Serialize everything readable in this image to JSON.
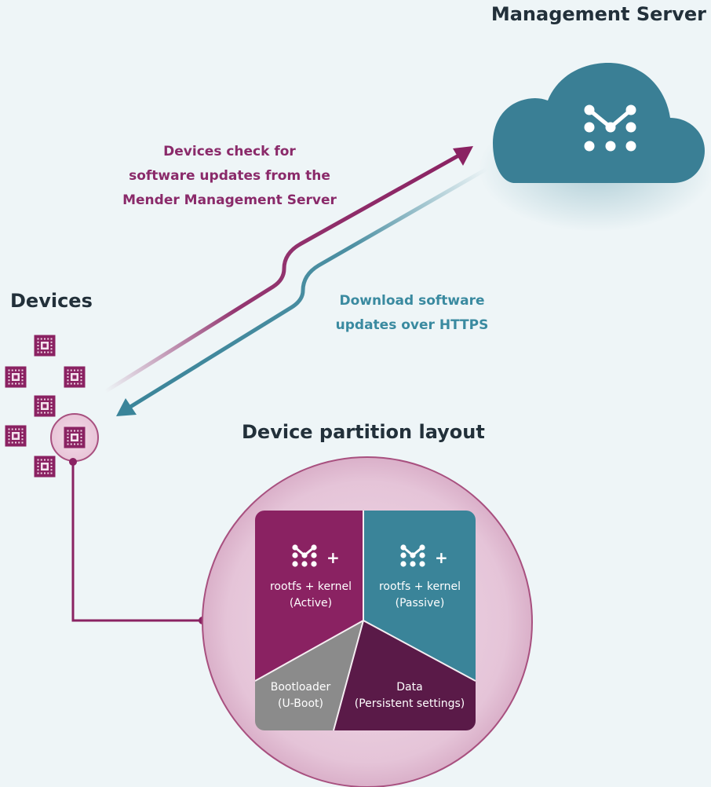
{
  "titles": {
    "management_server": "Management Server",
    "devices": "Devices",
    "partition_layout": "Device partition layout"
  },
  "captions": {
    "check_updates": [
      "Devices check for",
      "software updates from the",
      "Mender Management Server"
    ],
    "download_updates": [
      "Download software",
      "updates over HTTPS"
    ]
  },
  "partitions": {
    "active": {
      "line1": "rootfs + kernel",
      "line2": "(Active)",
      "plus": "+"
    },
    "passive": {
      "line1": "rootfs + kernel",
      "line2": "(Passive)",
      "plus": "+"
    },
    "bootloader": {
      "line1": "Bootloader",
      "line2": "(U-Boot)"
    },
    "data": {
      "line1": "Data",
      "line2": "(Persistent settings)"
    }
  },
  "icons": {
    "cloud": "cloud-icon",
    "mender_logo": "mender-logo-icon",
    "device_chip": "chip-icon"
  },
  "colors": {
    "background": "#eef5f7",
    "magenta": "#8a2262",
    "teal": "#3a8499",
    "gray": "#8b8b8b",
    "dark_purple": "#5a1a48",
    "title_text": "#22303a"
  }
}
